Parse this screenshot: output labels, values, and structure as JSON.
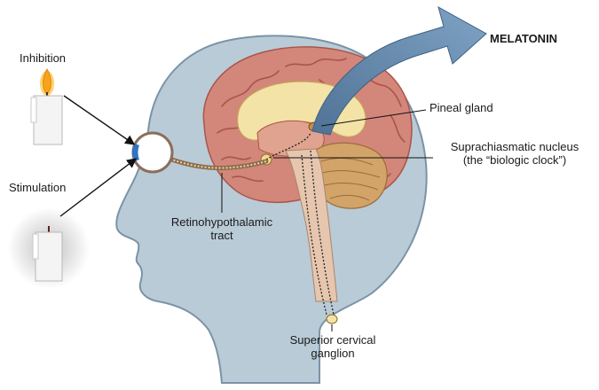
{
  "labels": {
    "inhibition": "Inhibition",
    "stimulation": "Stimulation",
    "melatonin": "MELATONIN",
    "pineal_gland": "Pineal gland",
    "scn_line1": "Suprachiasmatic nucleus",
    "scn_line2": "(the “biologic clock”)",
    "rht_line1": "Retinohypothalamic",
    "rht_line2": "tract",
    "scg_line1": "Superior cervical",
    "scg_line2": "ganglion"
  },
  "colors": {
    "head": "#b9cbd7",
    "head_outline": "#7b93a6",
    "brain": "#d3867a",
    "brain_fold": "#a95549",
    "inner_brain": "#f3e3a6",
    "cerebellum": "#d2a46a",
    "arrow": "#6789ab",
    "candle": "#f4f4f4",
    "flame": "#f7a21b"
  }
}
